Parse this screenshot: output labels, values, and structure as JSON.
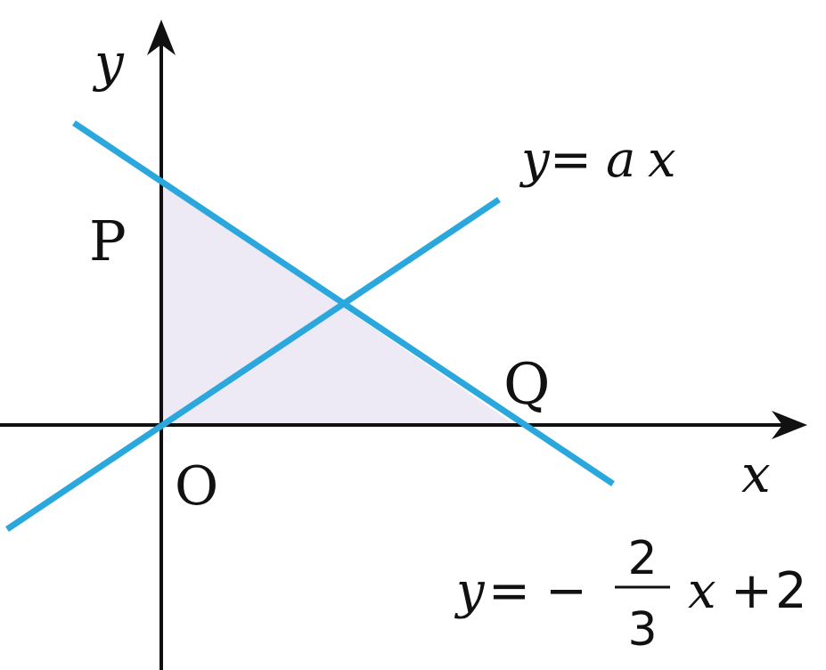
{
  "labels": {
    "y_axis": "y",
    "x_axis": "x",
    "origin": "O",
    "point_p": "P",
    "point_q": "Q"
  },
  "line1": {
    "lhs": "y",
    "equals": "=",
    "rhs_a": "a",
    "rhs_x": "x"
  },
  "line2": {
    "lhs": "y",
    "equals": "=",
    "minus": "−",
    "frac_num": "2",
    "frac_den": "3",
    "var": "x",
    "plus": "+",
    "const": "2"
  },
  "colors": {
    "line": "#2aa7dc",
    "shade": "#ede9f5",
    "axis": "#111111"
  }
}
